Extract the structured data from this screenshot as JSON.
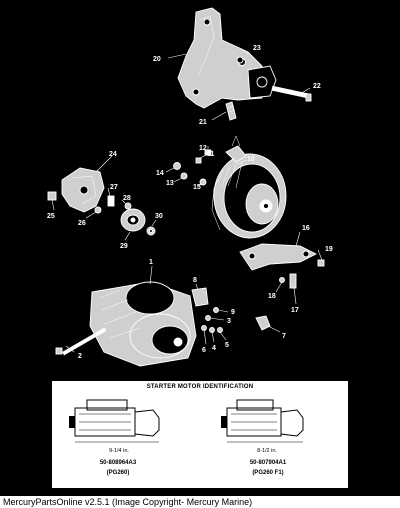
{
  "callouts": {
    "c1": "1",
    "c2": "2",
    "c3": "3",
    "c4": "4",
    "c5": "5",
    "c6": "6",
    "c7": "7",
    "c8": "8",
    "c9": "9",
    "c10": "10",
    "c11": "11",
    "c12": "12",
    "c13": "13",
    "c14": "14",
    "c15": "15",
    "c16": "16",
    "c17": "17",
    "c18": "18",
    "c19": "19",
    "c20": "20",
    "c21": "21",
    "c22": "22",
    "c23": "23",
    "c24": "24",
    "c25": "25",
    "c26": "26",
    "c27": "27",
    "c28": "28",
    "c29": "29",
    "c30": "30"
  },
  "identification": {
    "title": "STARTER MOTOR IDENTIFICATION",
    "left": {
      "dimension": "9-1/4 in.",
      "part_number": "50-808964A3",
      "model": "(PG260)"
    },
    "right": {
      "dimension": "8-1/2 in.",
      "part_number": "50-807904A1",
      "model": "(PG260 F1)"
    }
  },
  "footer": "MercuryPartsOnline v2.5.1 (Image Copyright- Mercury Marine)"
}
